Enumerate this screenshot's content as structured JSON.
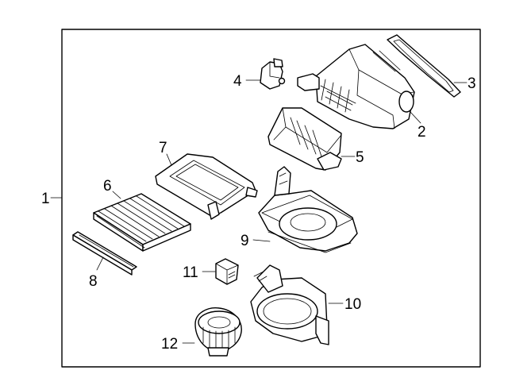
{
  "callouts": [
    {
      "id": "1",
      "text": "1"
    },
    {
      "id": "2",
      "text": "2"
    },
    {
      "id": "3",
      "text": "3"
    },
    {
      "id": "4",
      "text": "4"
    },
    {
      "id": "5",
      "text": "5"
    },
    {
      "id": "6",
      "text": "6"
    },
    {
      "id": "7",
      "text": "7"
    },
    {
      "id": "8",
      "text": "8"
    },
    {
      "id": "9",
      "text": "9"
    },
    {
      "id": "10",
      "text": "10"
    },
    {
      "id": "11",
      "text": "11"
    },
    {
      "id": "12",
      "text": "12"
    }
  ],
  "colors": {
    "line": "#000000",
    "background": "#ffffff"
  }
}
